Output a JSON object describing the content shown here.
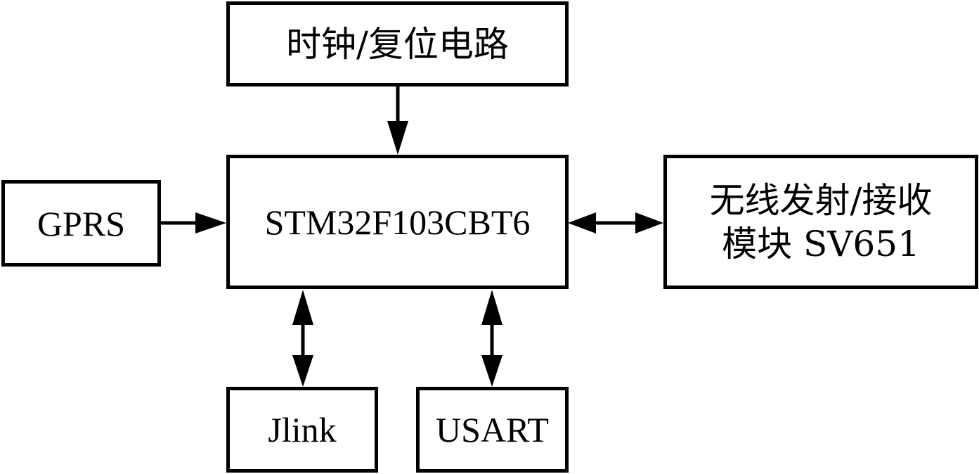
{
  "diagram": {
    "title": "",
    "nodes": {
      "clock_reset": {
        "label": "时钟/复位电路"
      },
      "mcu": {
        "label": "STM32F103CBT6"
      },
      "gprs": {
        "label": "GPRS"
      },
      "wireless": {
        "label": "无线发射/接收\n模块 SV651"
      },
      "jlink": {
        "label": "Jlink"
      },
      "usart": {
        "label": "USART"
      }
    },
    "edges": [
      {
        "from": "clock_reset",
        "to": "mcu",
        "direction": "one-way"
      },
      {
        "from": "gprs",
        "to": "mcu",
        "direction": "one-way"
      },
      {
        "from": "mcu",
        "to": "wireless",
        "direction": "bidirectional"
      },
      {
        "from": "mcu",
        "to": "jlink",
        "direction": "bidirectional"
      },
      {
        "from": "mcu",
        "to": "usart",
        "direction": "bidirectional"
      }
    ],
    "colors": {
      "stroke": "#000000",
      "fill": "#ffffff"
    }
  }
}
